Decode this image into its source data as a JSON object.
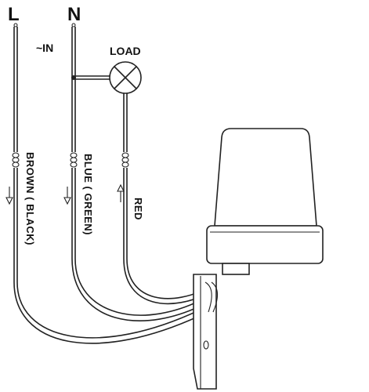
{
  "terminals": {
    "live": "L",
    "neutral": "N",
    "input": "~IN"
  },
  "load": {
    "label": "LOAD"
  },
  "wires": {
    "brown": "BROWN ( BLACK)",
    "blue": "BLUE ( GREEN)",
    "red": "RED"
  },
  "icons": {
    "lamp": "lamp-cross-icon",
    "arrow_down": "arrow-down-icon",
    "arrow_up": "arrow-up-icon"
  }
}
